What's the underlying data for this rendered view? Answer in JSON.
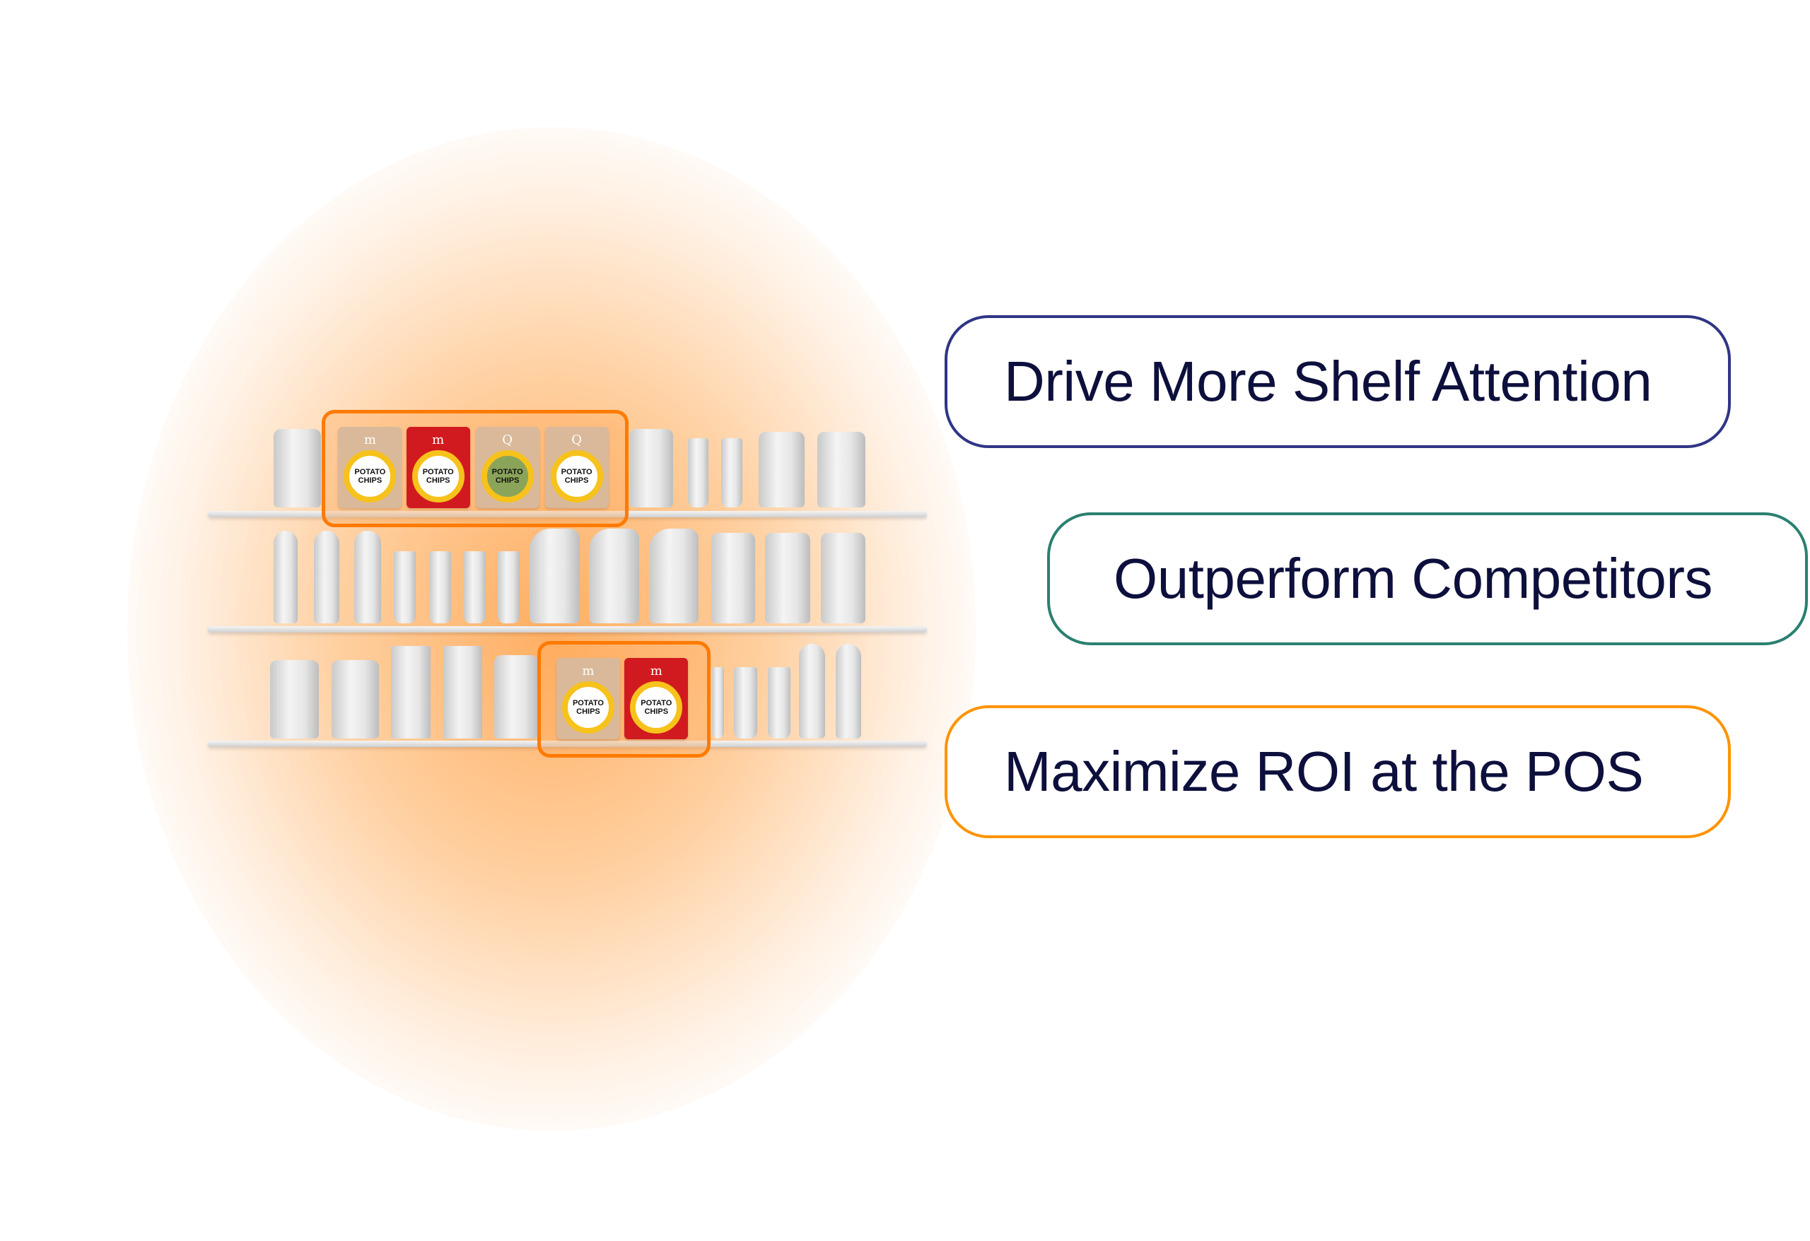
{
  "highlights": {
    "top_shelf": [
      {
        "logo": "m",
        "label_line1": "POTATO",
        "label_line2": "CHIPS",
        "style": "kraft"
      },
      {
        "logo": "m",
        "label_line1": "POTATO",
        "label_line2": "CHIPS",
        "style": "red"
      },
      {
        "logo": "Q",
        "label_line1": "POTATO",
        "label_line2": "CHIPS",
        "style": "green"
      },
      {
        "logo": "Q",
        "label_line1": "POTATO",
        "label_line2": "CHIPS",
        "style": "kraft"
      }
    ],
    "bottom_shelf": [
      {
        "logo": "m",
        "label_line1": "POTATO",
        "label_line2": "CHIPS",
        "style": "kraft"
      },
      {
        "logo": "m",
        "label_line1": "POTATO",
        "label_line2": "CHIPS",
        "style": "red"
      }
    ],
    "highlight_color": "#ff7a00"
  },
  "benefits": [
    {
      "label": "Drive More Shelf Attention",
      "border_color": "#2f3585"
    },
    {
      "label": "Outperform Competitors",
      "border_color": "#2a8070"
    },
    {
      "label": "Maximize ROI at the POS",
      "border_color": "#ff9300"
    }
  ]
}
